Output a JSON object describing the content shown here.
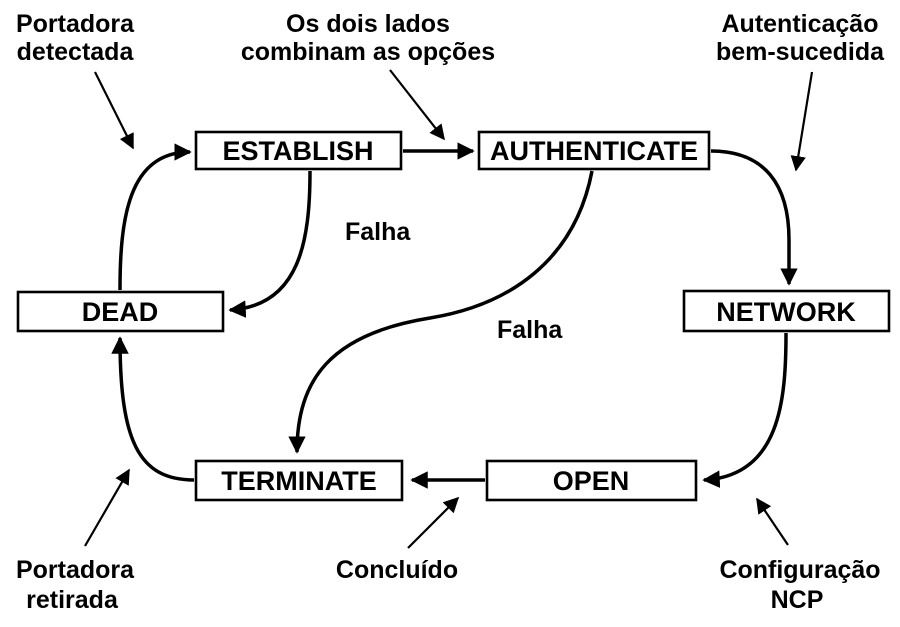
{
  "diagram": {
    "states": [
      {
        "label": "ESTABLISH"
      },
      {
        "label": "AUTHENTICATE"
      },
      {
        "label": "DEAD"
      },
      {
        "label": "NETWORK"
      },
      {
        "label": "TERMINATE"
      },
      {
        "label": "OPEN"
      }
    ],
    "edge_labels": {
      "falha_establish": "Falha",
      "falha_authenticate": "Falha"
    },
    "annotations": {
      "carrier_detected": {
        "line1": "Portadora",
        "line2": "detectada"
      },
      "options_agreed": {
        "line1": "Os dois lados",
        "line2": "combinam as opções"
      },
      "auth_success": {
        "line1": "Autenticação",
        "line2": "bem-sucedida"
      },
      "carrier_dropped": {
        "line1": "Portadora",
        "line2": "retirada"
      },
      "done": {
        "line1": "Concluído"
      },
      "ncp_config": {
        "line1": "Configuração",
        "line2": "NCP"
      }
    },
    "colors": {
      "line": "#000000",
      "background": "#ffffff"
    }
  }
}
